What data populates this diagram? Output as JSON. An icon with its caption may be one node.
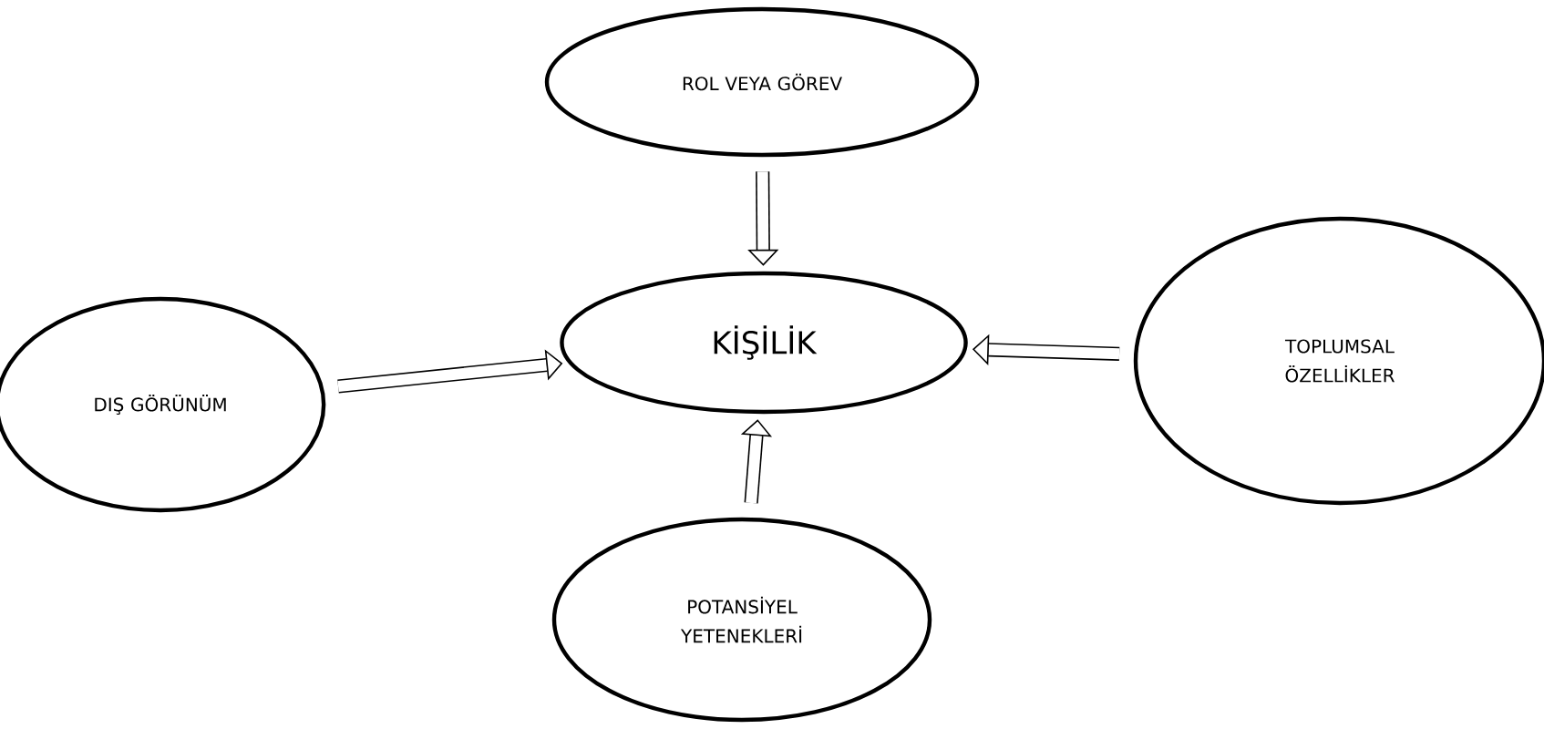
{
  "diagram": {
    "nodes": [
      {
        "text": [
          "ROL VEYA GÖREV"
        ]
      },
      {
        "text": [
          "DIŞ GÖRÜNÜM"
        ]
      },
      {
        "text": [
          "KİŞİLİK"
        ]
      },
      {
        "text": [
          "TOPLUMSAL ÖZELLİKLER"
        ]
      },
      {
        "text": [
          "POTANSİYEL YETENEKLERİ"
        ]
      }
    ],
    "edges": [
      {
        "from": 0,
        "to": 2,
        "arrow": "to"
      },
      {
        "from": 1,
        "to": 2,
        "arrow": "to"
      },
      {
        "from": 3,
        "to": 2,
        "arrow": "to"
      },
      {
        "from": 4,
        "to": 2,
        "arrow": "to"
      }
    ]
  }
}
